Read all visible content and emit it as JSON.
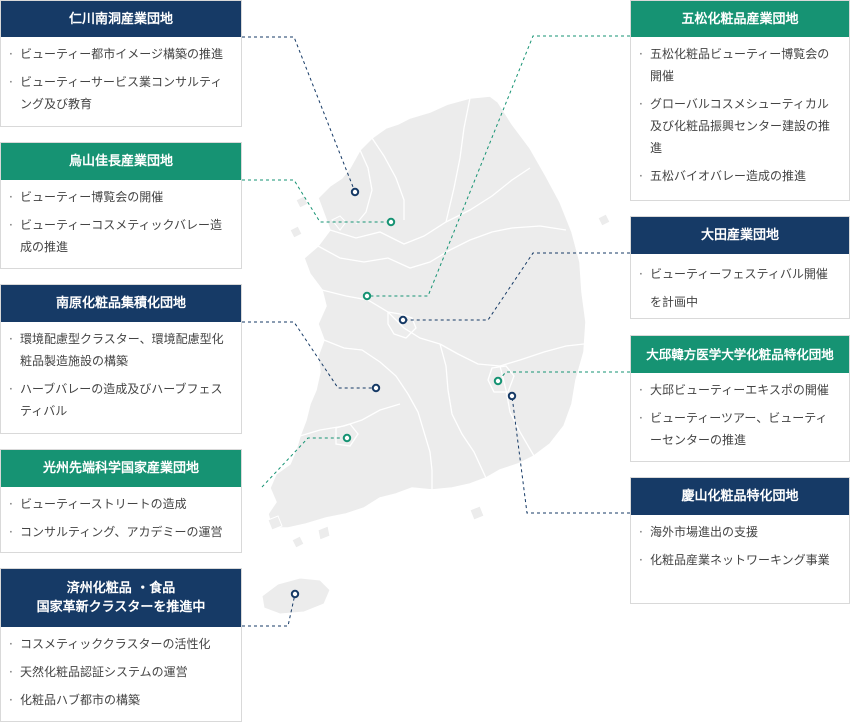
{
  "colors": {
    "navy": "#163a66",
    "green": "#169373",
    "map_fill": "#ececec",
    "map_stroke": "#ffffff"
  },
  "boxes": {
    "incheon": {
      "title": "仁川南洞産業団地",
      "items": [
        "ビューティー都市イメージ構築の推進",
        "ビューティーサービス業コンサルティング及び教育"
      ]
    },
    "osan": {
      "title": "烏山佳長産業団地",
      "items": [
        "ビューティー博覧会の開催",
        "ビューティーコスメティックバレー造成の推進"
      ]
    },
    "namwon": {
      "title": "南原化粧品集積化団地",
      "items": [
        "環境配慮型クラスター、環境配慮型化粧品製造施設の構築",
        "ハーブバレーの造成及びハーブフェスティバル"
      ]
    },
    "gwangju": {
      "title": "光州先端科学国家産業団地",
      "items": [
        "ビューティーストリートの造成",
        "コンサルティング、アカデミーの運営"
      ]
    },
    "jeju": {
      "title_line1": "済州化粧品 ・食品",
      "title_line2": "国家革新クラスターを推進中",
      "items": [
        "コスメティッククラスターの活性化",
        "天然化粧品認証システムの運営",
        "化粧品ハブ都市の構築"
      ]
    },
    "osong": {
      "title": "五松化粧品産業団地",
      "items": [
        "五松化粧品ビューティー博覧会の開催",
        "グローバルコスメシューティカル及び化粧品振興センター建設の推進",
        "五松バイオバレー造成の推進"
      ]
    },
    "daejeon": {
      "title": "大田産業団地",
      "items": [
        "ビューティーフェスティバル開催を計画中"
      ]
    },
    "daegu": {
      "title": "大邱韓方医学大学化粧品特化団地",
      "items": [
        "大邱ビューティーエキスポの開催",
        "ビューティーツアー、ビューティーセンターの推進"
      ]
    },
    "gyeongsan": {
      "title": "慶山化粧品特化団地",
      "items": [
        "海外市場進出の支援",
        "化粧品産業ネットワーキング事業"
      ]
    }
  }
}
